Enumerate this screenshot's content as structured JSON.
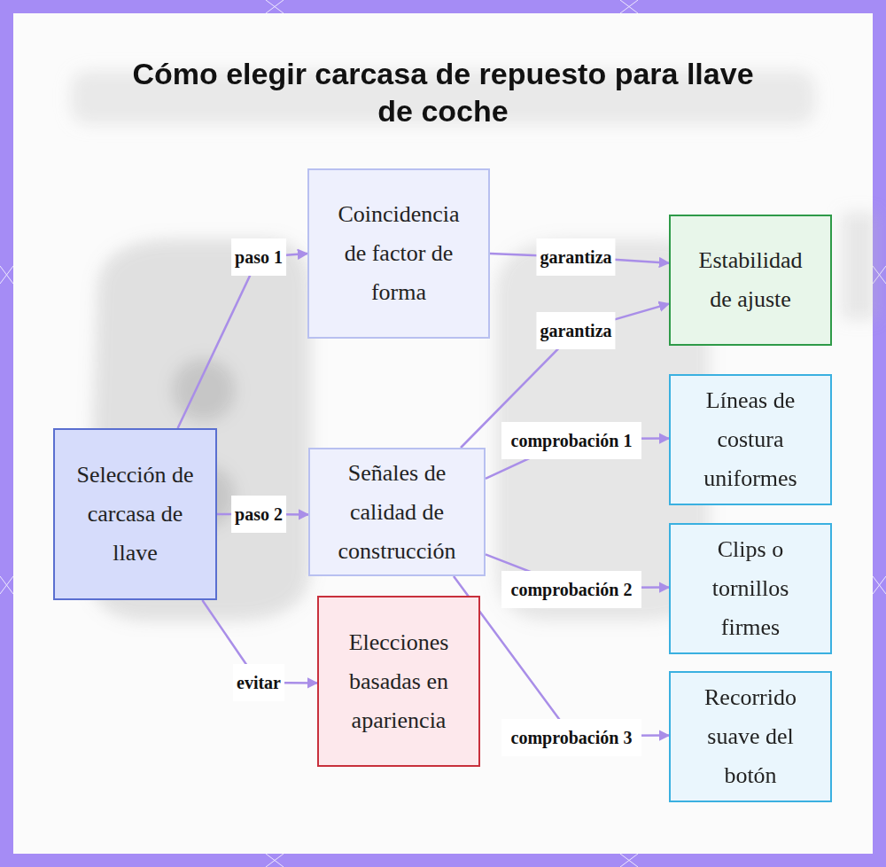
{
  "diagram": {
    "title": "Cómo elegir carcasa de repuesto para llave de coche",
    "nodes": [
      {
        "text": [
          "Selección de carcasa de llave"
        ]
      },
      {
        "text": [
          "Coincidencia de factor de forma"
        ]
      },
      {
        "text": [
          "Señales de calidad de construcción"
        ]
      },
      {
        "text": [
          "Elecciones basadas en apariencia"
        ]
      },
      {
        "text": [
          "Estabilidad de ajuste"
        ]
      },
      {
        "text": [
          "Líneas de costura uniformes"
        ]
      },
      {
        "text": [
          "Clips o tornillos firmes"
        ]
      },
      {
        "text": [
          "Recorrido suave del botón"
        ]
      }
    ],
    "edges": [
      {
        "from": 0,
        "to": 1,
        "label": "paso 1",
        "arrow": "to"
      },
      {
        "from": 0,
        "to": 2,
        "label": "paso 2",
        "arrow": "to"
      },
      {
        "from": 0,
        "to": 3,
        "label": "evitar",
        "arrow": "to"
      },
      {
        "from": 1,
        "to": 4,
        "label": "garantiza",
        "arrow": "to"
      },
      {
        "from": 2,
        "to": 4,
        "label": "garantiza",
        "arrow": "to"
      },
      {
        "from": 2,
        "to": 5,
        "label": "comprobación 1",
        "arrow": "to"
      },
      {
        "from": 2,
        "to": 6,
        "label": "comprobación 2",
        "arrow": "to"
      },
      {
        "from": 2,
        "to": 7,
        "label": "comprobación 3",
        "arrow": "to"
      }
    ]
  }
}
